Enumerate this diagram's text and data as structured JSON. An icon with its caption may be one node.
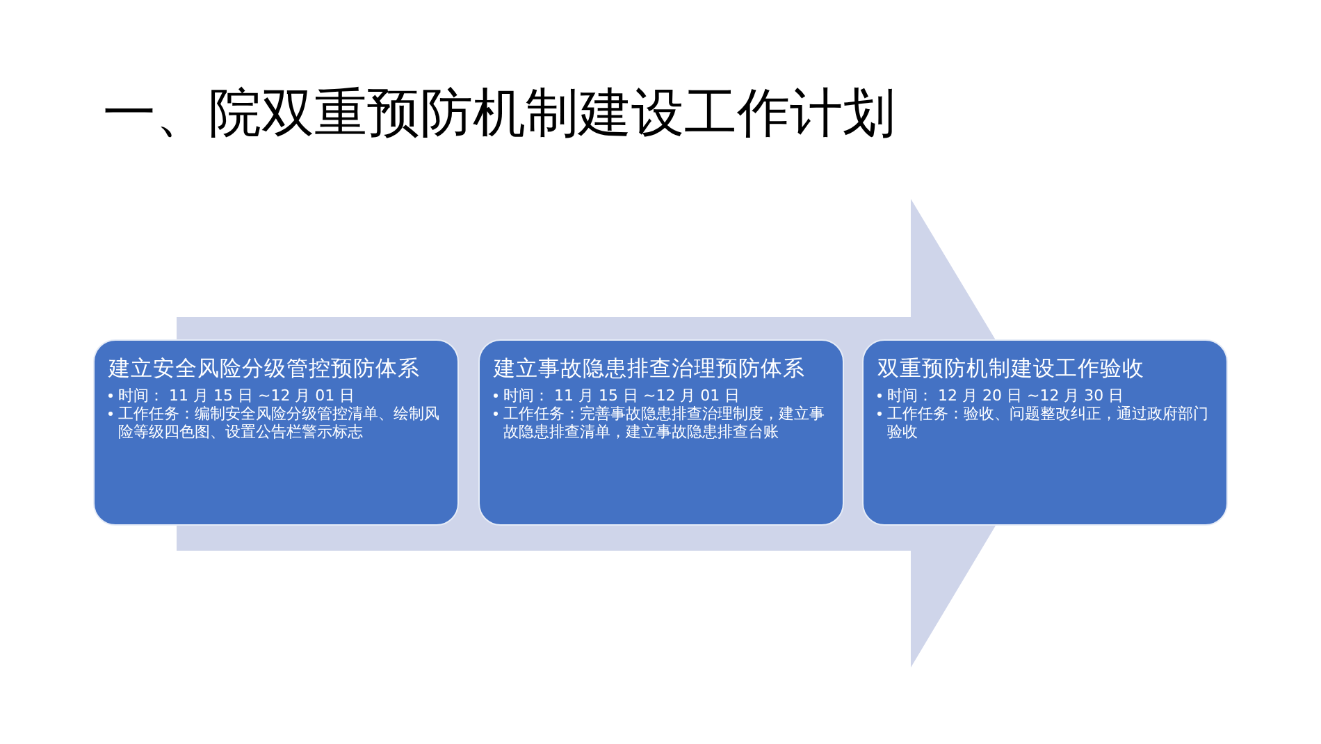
{
  "diagram": {
    "title": "一、院双重预防机制建设工作计划",
    "nodes": [
      {
        "text": [
          "建立安全风险分级管控预防体系",
          "时间： 11 月 15 日 ~12 月 01 日",
          "工作任务：编制安全风险分级管控清单、绘制风险等级四色图、设置公告栏警示标志"
        ]
      },
      {
        "text": [
          "建立事故隐患排查治理预防体系",
          "时间： 11 月 15 日 ~12 月 01 日",
          "工作任务：完善事故隐患排查治理制度，建立事故隐患排查清单，建立事故隐患排查台账"
        ]
      },
      {
        "text": [
          "双重预防机制建设工作验收",
          "时间： 12 月 20 日 ~12 月 30 日",
          "工作任务：验收、问题整改纠正，通过政府部门验收"
        ]
      }
    ],
    "edges": [
      {
        "from": 0,
        "to": 2,
        "arrow": "to"
      }
    ]
  }
}
